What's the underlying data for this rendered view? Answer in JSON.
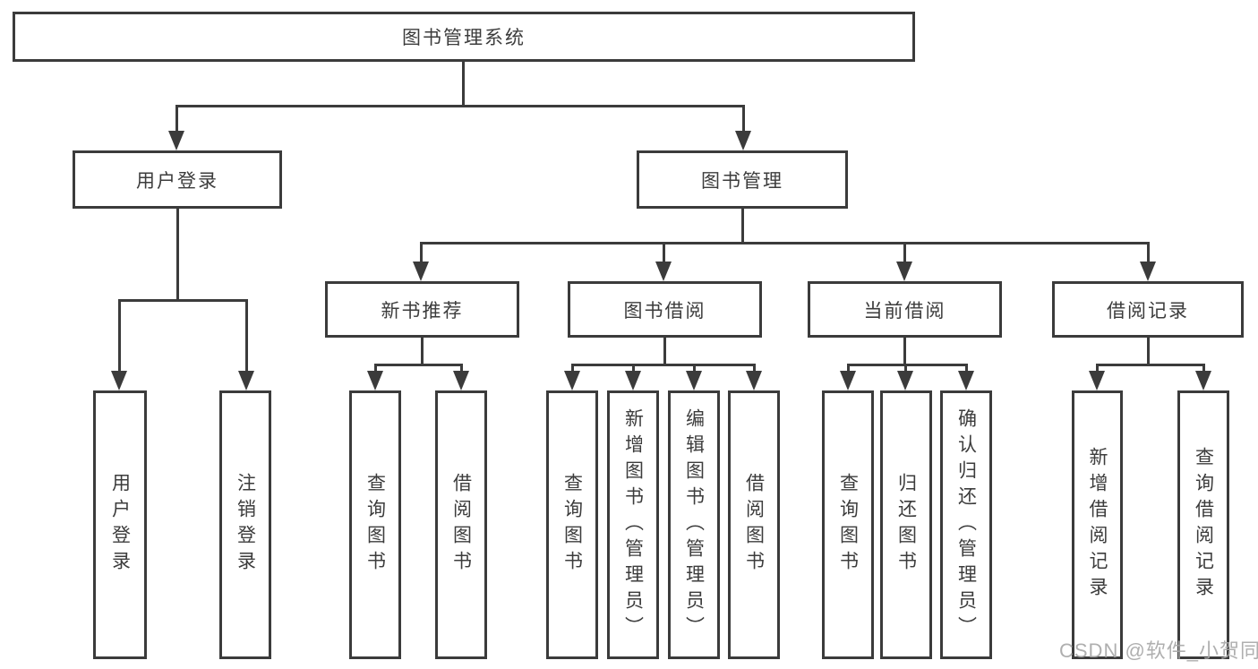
{
  "diagram": {
    "title": "图书管理系统",
    "watermark": "CSDN @软件_小贺同学",
    "colors": {
      "background": "#ffffff",
      "box_fill": "#ffffff",
      "box_border": "#3b3b3b",
      "line": "#3b3b3b",
      "text": "#3c3c3c",
      "watermark": "#a8a8a8"
    },
    "nodes": {
      "root": {
        "label": "图书管理系统"
      },
      "user_login": {
        "label": "用户登录"
      },
      "book_mgmt": {
        "label": "图书管理"
      },
      "new_book_rec": {
        "label": "新书推荐"
      },
      "book_borrow": {
        "label": "图书借阅"
      },
      "current_borrow": {
        "label": "当前借阅"
      },
      "borrow_records": {
        "label": "借阅记录"
      },
      "leaf_user_login": {
        "label": "用户登录"
      },
      "leaf_logout": {
        "label": "注销登录"
      },
      "leaf_rec_query_book": {
        "label": "查询图书"
      },
      "leaf_rec_borrow_book": {
        "label": "借阅图书"
      },
      "leaf_bor_query_book": {
        "label": "查询图书"
      },
      "leaf_bor_add_book": {
        "label": "新增图书（管理员）"
      },
      "leaf_bor_edit_book": {
        "label": "编辑图书（管理员）"
      },
      "leaf_bor_borrow_book": {
        "label": "借阅图书"
      },
      "leaf_cur_query_book": {
        "label": "查询图书"
      },
      "leaf_cur_return_book": {
        "label": "归还图书"
      },
      "leaf_cur_confirm_return": {
        "label": "确认归还（管理员）"
      },
      "leaf_recs_add_record": {
        "label": "新增借阅记录"
      },
      "leaf_recs_query_record": {
        "label": "查询借阅记录"
      }
    },
    "structure": {
      "图书管理系统": {
        "用户登录": [
          "用户登录",
          "注销登录"
        ],
        "图书管理": {
          "新书推荐": [
            "查询图书",
            "借阅图书"
          ],
          "图书借阅": [
            "查询图书",
            "新增图书（管理员）",
            "编辑图书（管理员）",
            "借阅图书"
          ],
          "当前借阅": [
            "查询图书",
            "归还图书",
            "确认归还（管理员）"
          ],
          "借阅记录": [
            "新增借阅记录",
            "查询借阅记录"
          ]
        }
      }
    }
  }
}
